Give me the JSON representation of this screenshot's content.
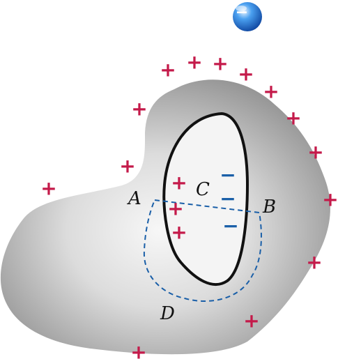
{
  "point_labels": {
    "a": "A",
    "b": "B",
    "c": "C",
    "d": "D"
  },
  "external_charge": {
    "sign": "−"
  },
  "symbols": {
    "plus": "+",
    "minus": "−"
  },
  "colors": {
    "plus": "#c41a4a",
    "minus": "#1a5fa8",
    "conductor_dark": "#8e8e8e",
    "conductor_light": "#f0f0f0",
    "cavity_fill": "#f4f4f4",
    "cavity_stroke": "#111111",
    "path_stroke": "#1a5fa8"
  }
}
